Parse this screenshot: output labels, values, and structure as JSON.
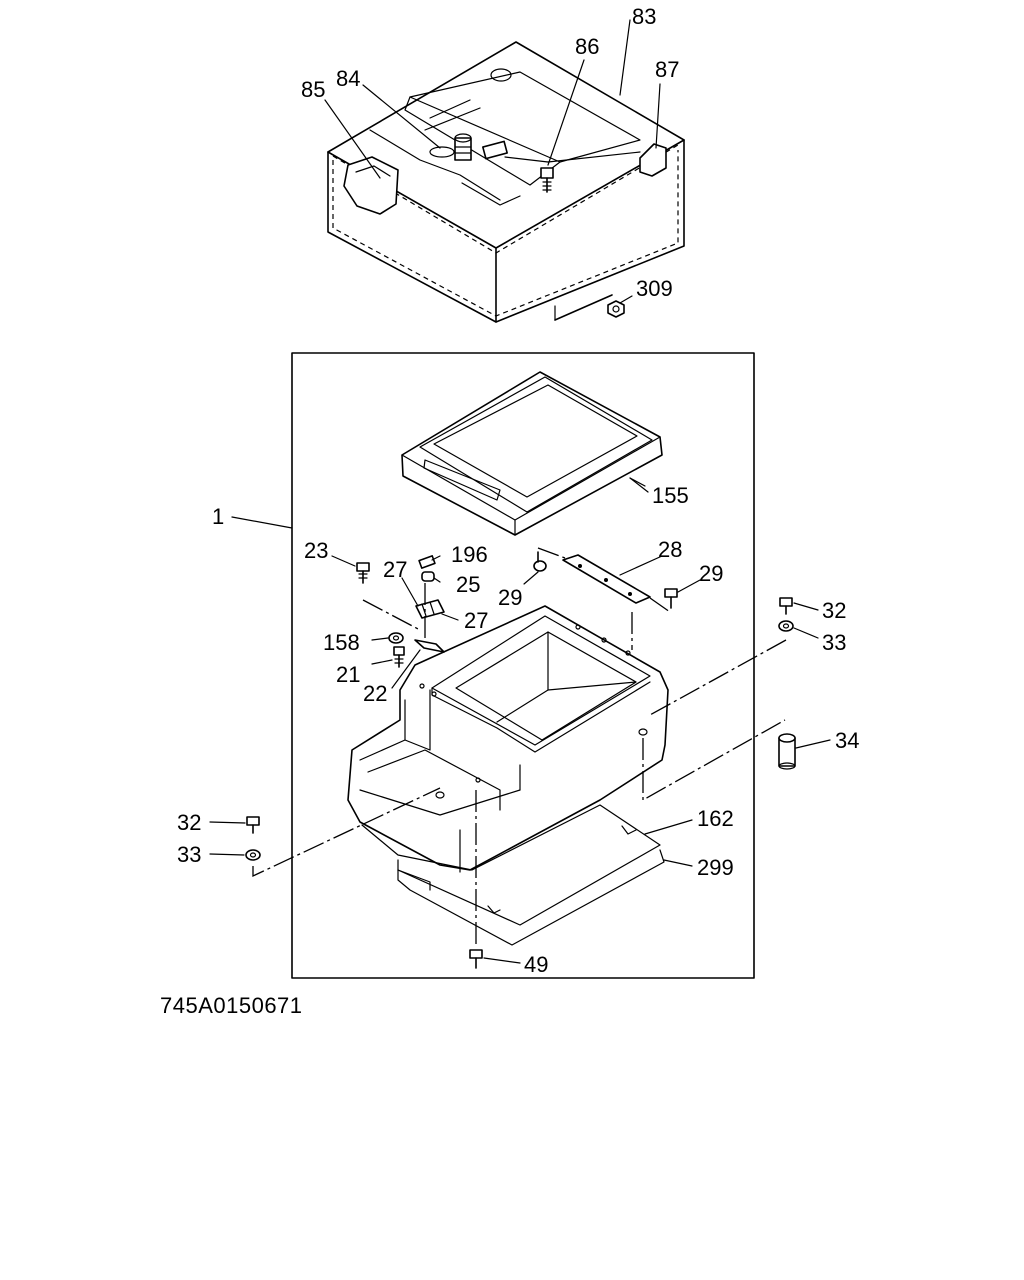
{
  "drawing_number": "745A0150671",
  "labels": {
    "p83": "83",
    "p86": "86",
    "p87": "87",
    "p84": "84",
    "p85": "85",
    "p309": "309",
    "p155": "155",
    "p1": "1",
    "p23": "23",
    "p196": "196",
    "p28": "28",
    "p27a": "27",
    "p25": "25",
    "p29a": "29",
    "p29b": "29",
    "p27b": "27",
    "p32a": "32",
    "p33a": "33",
    "p158": "158",
    "p21": "21",
    "p22": "22",
    "p34": "34",
    "p32b": "32",
    "p162": "162",
    "p33b": "33",
    "p299": "299",
    "p49": "49"
  }
}
